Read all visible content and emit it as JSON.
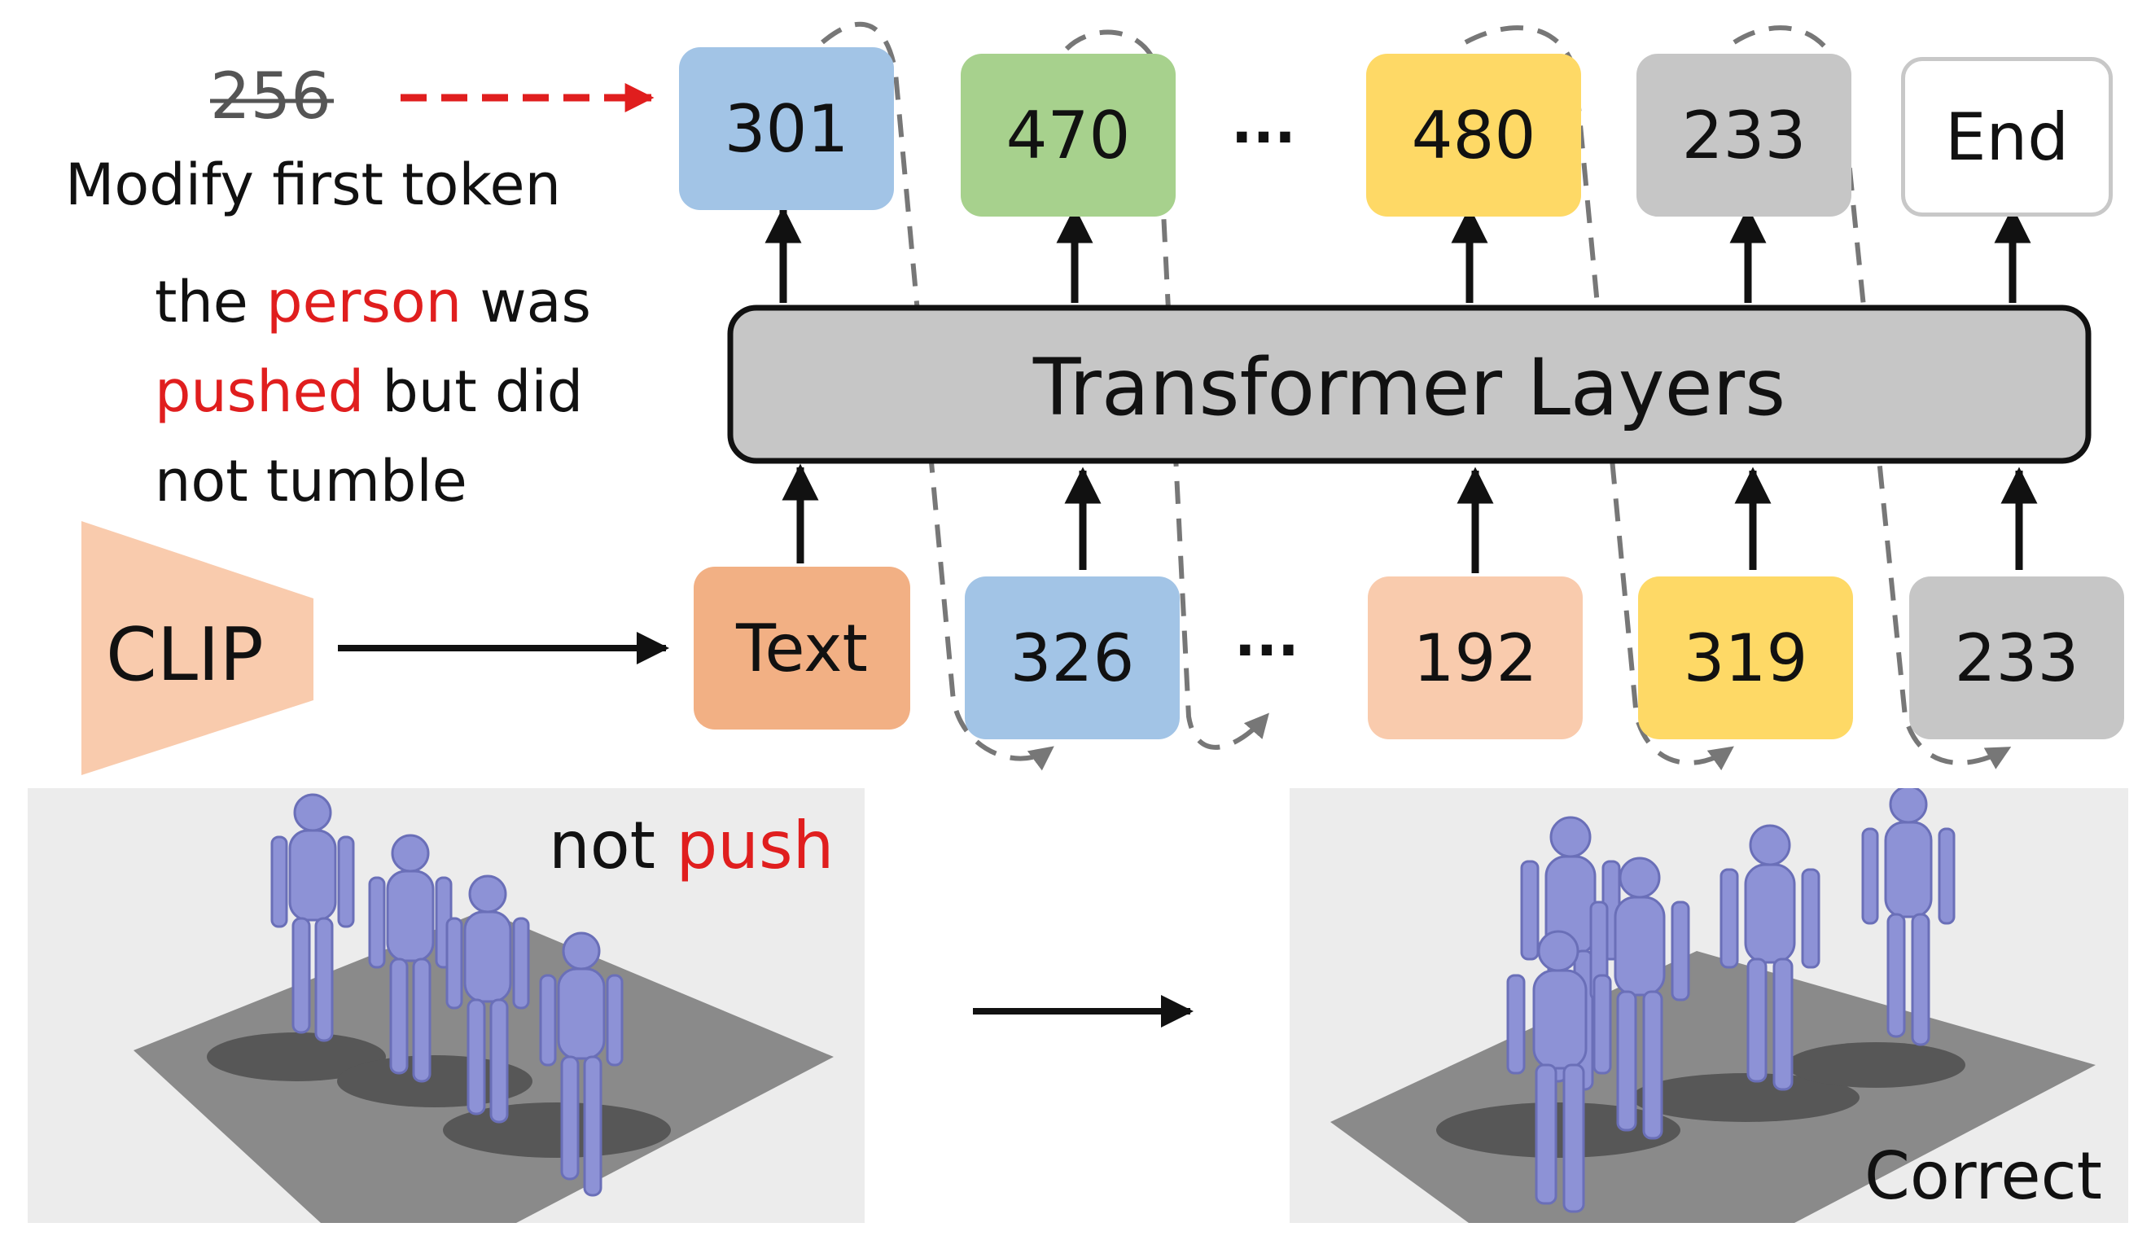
{
  "left": {
    "old_token": "256",
    "modify_label": "Modify first token",
    "caption": {
      "line1_pre": "the ",
      "line1_red": "person",
      "line1_post": " was",
      "line2_red": "pushed",
      "line2_post": " but did",
      "line3": "not tumble"
    },
    "clip_label": "CLIP"
  },
  "transformer": {
    "label": "Transformer Layers"
  },
  "output_tokens": [
    {
      "label": "301",
      "color": "#a2c4e6"
    },
    {
      "label": "470",
      "color": "#a7d18d"
    },
    {
      "label": "480",
      "color": "#fed966"
    },
    {
      "label": "233",
      "color": "#c6c6c6"
    },
    {
      "label": "End",
      "color": "#ffffff"
    }
  ],
  "input_tokens": [
    {
      "label": "Text",
      "color": "#f2b084"
    },
    {
      "label": "326",
      "color": "#a2c4e6"
    },
    {
      "label": "192",
      "color": "#f9cbad"
    },
    {
      "label": "319",
      "color": "#fed966"
    },
    {
      "label": "233",
      "color": "#c6c6c6"
    }
  ],
  "ellipsis": "...",
  "panels": {
    "left_pre": "not ",
    "left_red": "push",
    "right_label": "Correct"
  },
  "colors": {
    "red": "#e01e1e",
    "clip": "#f9cbad",
    "body": "#8d92d6",
    "floor": "#8a8a8a"
  }
}
